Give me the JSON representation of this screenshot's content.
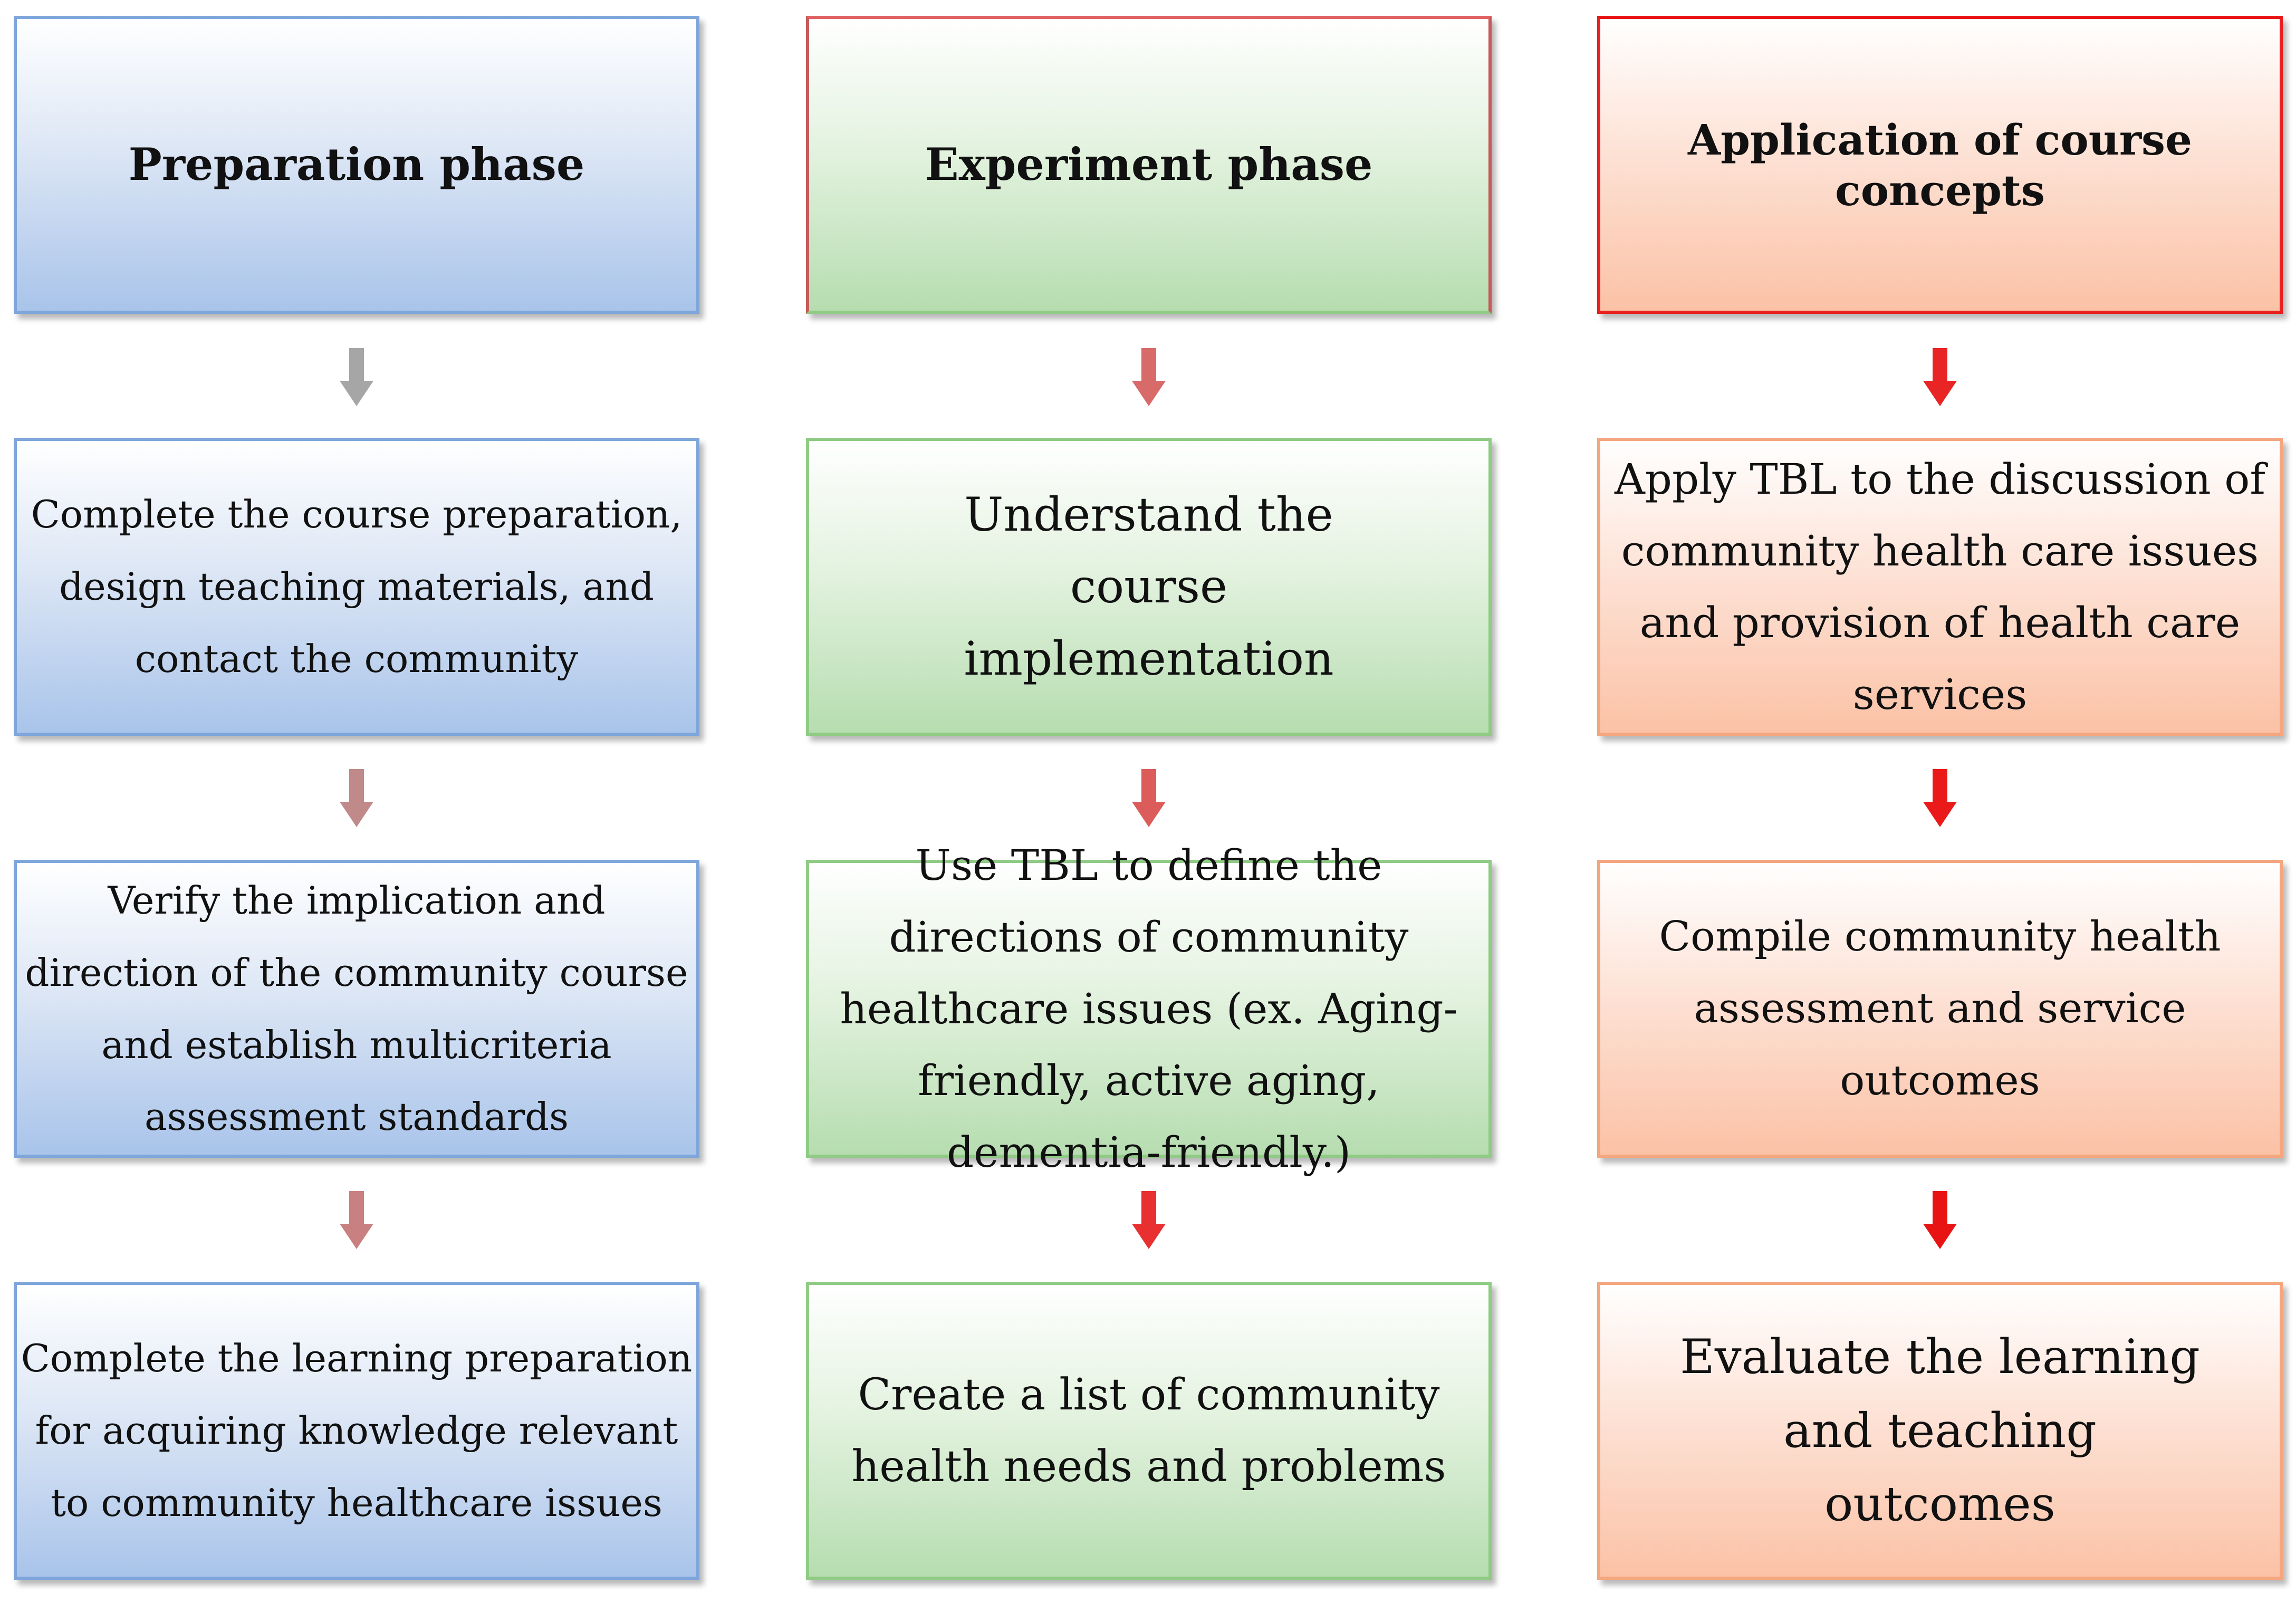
{
  "columns": [
    {
      "header": "Preparation phase",
      "steps": [
        "Complete the course preparation, design teaching materials, and contact the community",
        "Verify the implication and direction of the community course and establish multicriteria assessment standards",
        "Complete the learning preparation for acquiring knowledge relevant to community healthcare issues"
      ],
      "arrow_colors": [
        "#a6a6a6",
        "#c08a8a",
        "#c98080"
      ]
    },
    {
      "header": "Experiment phase",
      "steps": [
        "Understand the course implementation",
        "Use TBL to define the directions of community healthcare issues (ex. Aging-friendly, active aging, dementia-friendly.)",
        "Create a list of community health needs and problems"
      ],
      "arrow_colors": [
        "#d96a6a",
        "#dc5c5c",
        "#e83030"
      ]
    },
    {
      "header": "Application of course concepts",
      "steps": [
        "Apply TBL to the discussion of community health care issues and provision of health care services",
        "Compile community health assessment and service outcomes",
        "Evaluate the learning and teaching outcomes"
      ],
      "arrow_colors": [
        "#e82424",
        "#ea1a1a",
        "#e81414"
      ]
    }
  ],
  "colors": {
    "blue_column": "#a9c4ea",
    "green_column": "#b6ddb0",
    "orange_column": "#fbc2a6"
  }
}
